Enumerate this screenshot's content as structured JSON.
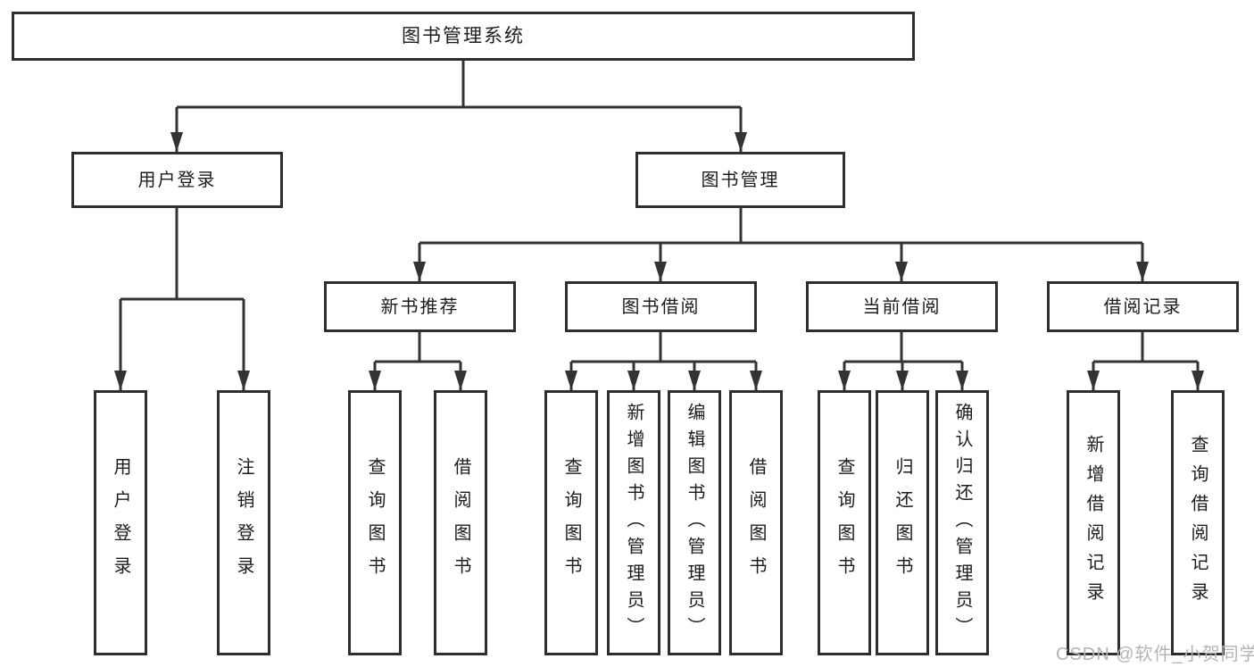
{
  "diagram": {
    "tree": {
      "label": "图书管理系统",
      "children": [
        {
          "label": "用户登录",
          "children": [
            {
              "label": "用户登录"
            },
            {
              "label": "注销登录"
            }
          ]
        },
        {
          "label": "图书管理",
          "children": [
            {
              "label": "新书推荐",
              "children": [
                {
                  "label": "查询图书"
                },
                {
                  "label": "借阅图书"
                }
              ]
            },
            {
              "label": "图书借阅",
              "children": [
                {
                  "label": "查询图书"
                },
                {
                  "label": "新增图书（管理员）"
                },
                {
                  "label": "编辑图书（管理员）"
                },
                {
                  "label": "借阅图书"
                }
              ]
            },
            {
              "label": "当前借阅",
              "children": [
                {
                  "label": "查询图书"
                },
                {
                  "label": "归还图书"
                },
                {
                  "label": "确认归还（管理员）"
                }
              ]
            },
            {
              "label": "借阅记录",
              "children": [
                {
                  "label": "新增借阅记录"
                },
                {
                  "label": "查询借阅记录"
                }
              ]
            }
          ]
        }
      ]
    },
    "watermark": "CSDN @软件_小贺同学",
    "colors": {
      "line": "#333333",
      "border": "#2e2e2e",
      "box_bg": "#ffffff",
      "watermark": "#b4b4b8"
    }
  }
}
